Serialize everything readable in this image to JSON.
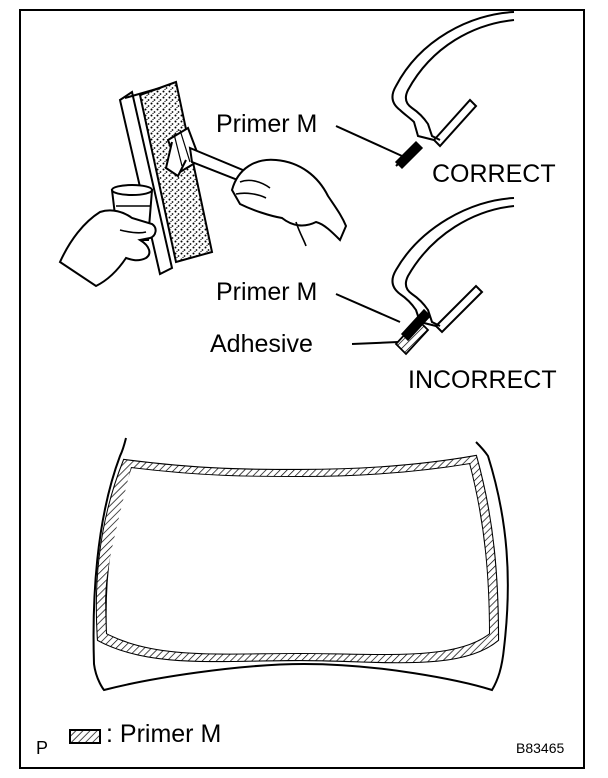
{
  "labels": {
    "primer_top": "Primer M",
    "correct": "CORRECT",
    "primer_bottom": "Primer M",
    "adhesive": "Adhesive",
    "incorrect": "INCORRECT"
  },
  "legend": {
    "label": ": Primer M"
  },
  "footer": {
    "left_mark": "P",
    "figure_code": "B83465"
  }
}
